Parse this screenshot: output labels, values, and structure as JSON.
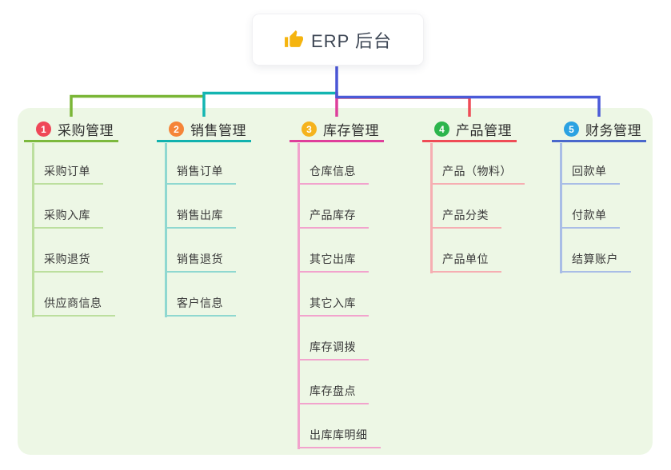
{
  "root": {
    "title": "ERP 后台",
    "icon": "thumbs-up-icon",
    "icon_color": "#f5b40f"
  },
  "branches": [
    {
      "num": "1",
      "label": "采购管理",
      "badge_color": "#ef4758",
      "line_color": "#7cb93d",
      "child_color": "#bcdf9e",
      "children": [
        "采购订单",
        "采购入库",
        "采购退货",
        "供应商信息"
      ]
    },
    {
      "num": "2",
      "label": "销售管理",
      "badge_color": "#f58438",
      "line_color": "#12b2ae",
      "child_color": "#8fd8d0",
      "children": [
        "销售订单",
        "销售出库",
        "销售退货",
        "客户信息"
      ]
    },
    {
      "num": "3",
      "label": "库存管理",
      "badge_color": "#f5b31d",
      "line_color": "#df3f9b",
      "child_color": "#f2a3cd",
      "children": [
        "仓库信息",
        "产品库存",
        "其它出库",
        "其它入库",
        "库存调拨",
        "库存盘点",
        "出库库明细"
      ]
    },
    {
      "num": "4",
      "label": "产品管理",
      "badge_color": "#2cb54c",
      "line_color": "#ef4c56",
      "child_color": "#f6aeb2",
      "children": [
        "产品（物料）",
        "产品分类",
        "产品单位"
      ]
    },
    {
      "num": "5",
      "label": "财务管理",
      "badge_color": "#2ba2e2",
      "line_color": "#4a68cc",
      "child_color": "#a9bde6",
      "children": [
        "回款单",
        "付款单",
        "结算账户"
      ]
    }
  ],
  "connector_colors": {
    "root_stem": "#4a56d6",
    "branch_1": "#7ab636",
    "branch_2": "#13b5b1",
    "branch_3": "#dd3f9b",
    "branch_4": "#ef4c56",
    "branch_5": "#4a5ad8"
  },
  "panel_color": "#edf7e5"
}
